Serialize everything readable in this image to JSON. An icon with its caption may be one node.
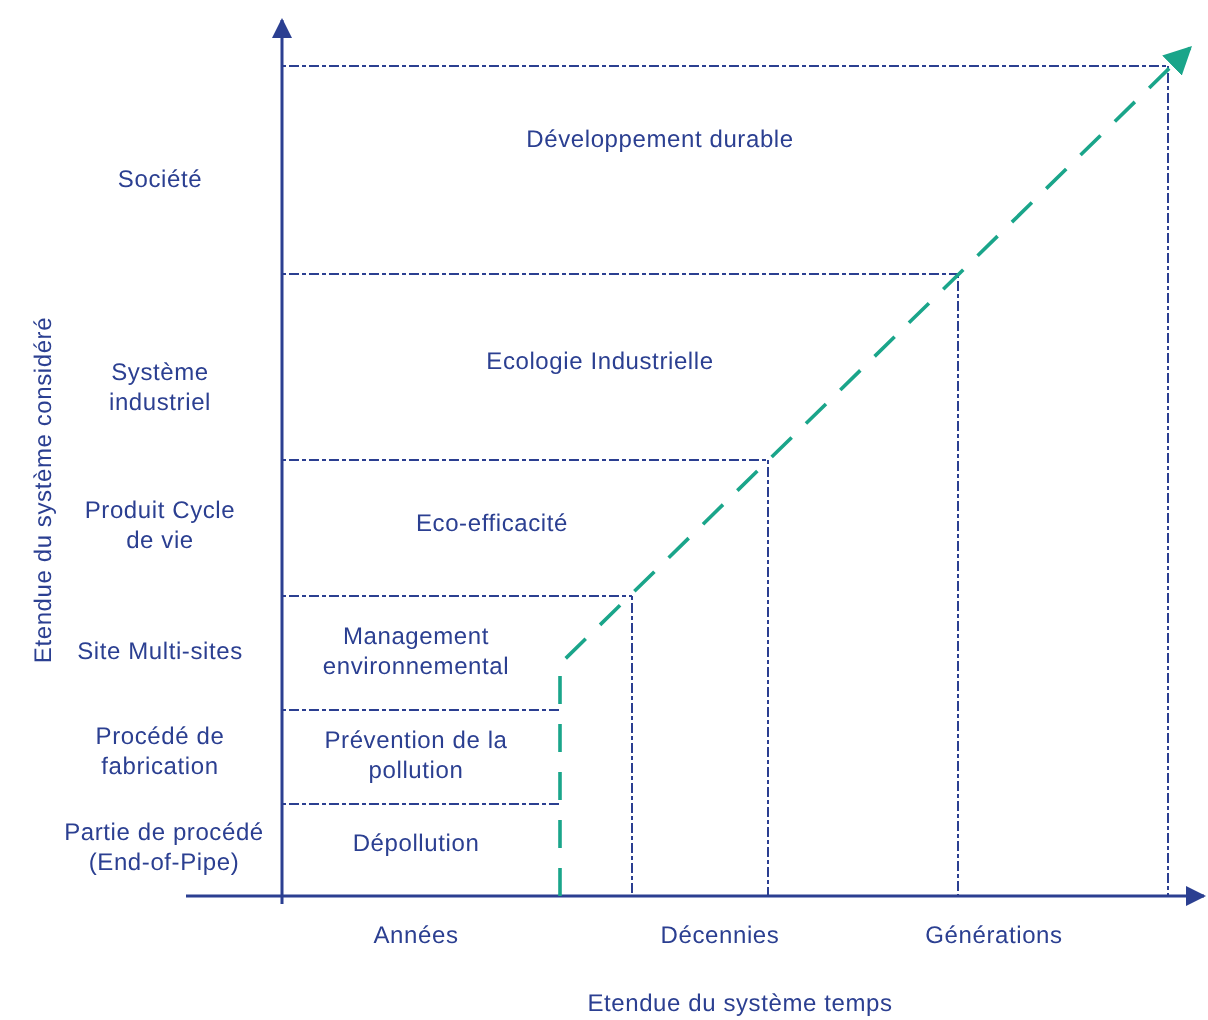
{
  "diagram": {
    "labels": [
      "Société",
      "Développement durable",
      "Etendue du système considéré",
      "Système industriel",
      "Ecologie Industrielle",
      "Produit Cycle de vie",
      "Eco-efficacité",
      "Site Multi-sites",
      "Management environnemental",
      "Procédé de fabrication",
      "Prévention de la pollution",
      "Partie de procédé (End-of-Pipe)",
      "Dépollution",
      "Années",
      "Décennies",
      "Générations",
      "Etendue du système temps"
    ]
  }
}
